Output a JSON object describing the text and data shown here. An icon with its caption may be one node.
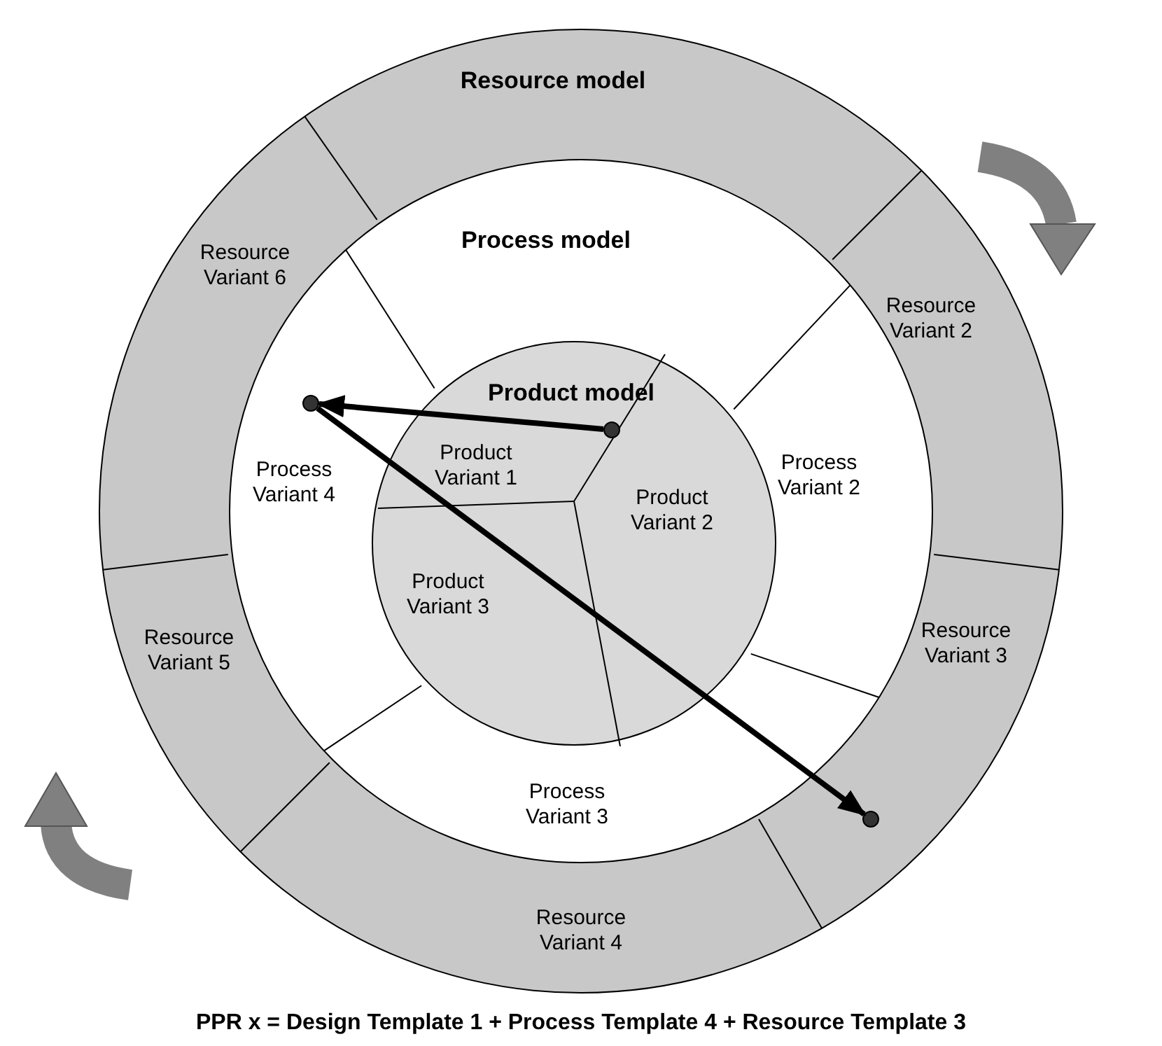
{
  "diagram": {
    "caption": "PPR x = Design Template 1 + Process Template 4 + Resource Template 3",
    "nodes": [
      {
        "text": [
          "Resource model"
        ]
      },
      {
        "text": [
          "Process model"
        ],
        "in": 0
      },
      {
        "text": [
          "Product model"
        ],
        "in": 1
      },
      {
        "text": [
          "Resource Variant 6"
        ],
        "in": 0
      },
      {
        "text": [
          "Resource Variant 2"
        ],
        "in": 0
      },
      {
        "text": [
          "Resource Variant 5"
        ],
        "in": 0
      },
      {
        "text": [
          "Resource Variant 3"
        ],
        "in": 0
      },
      {
        "text": [
          "Resource Variant 4"
        ],
        "in": 0
      },
      {
        "text": [
          "Process Variant 4"
        ],
        "in": 1
      },
      {
        "text": [
          "Process Variant 2"
        ],
        "in": 1
      },
      {
        "text": [
          "Process Variant 3"
        ],
        "in": 1
      },
      {
        "text": [
          "Product Variant 1"
        ],
        "in": 2
      },
      {
        "text": [
          "Product Variant 2"
        ],
        "in": 2
      },
      {
        "text": [
          "Product Variant 3"
        ],
        "in": 2
      },
      {
        "text": [],
        "shape": "circle",
        "in": 2
      },
      {
        "text": [],
        "shape": "circle",
        "in": 1
      },
      {
        "text": [],
        "shape": "circle",
        "in": 0
      }
    ],
    "edges": [
      {
        "from": 14,
        "to": 15,
        "arrow": "to"
      },
      {
        "from": 15,
        "to": 16,
        "arrow": "to"
      }
    ]
  }
}
